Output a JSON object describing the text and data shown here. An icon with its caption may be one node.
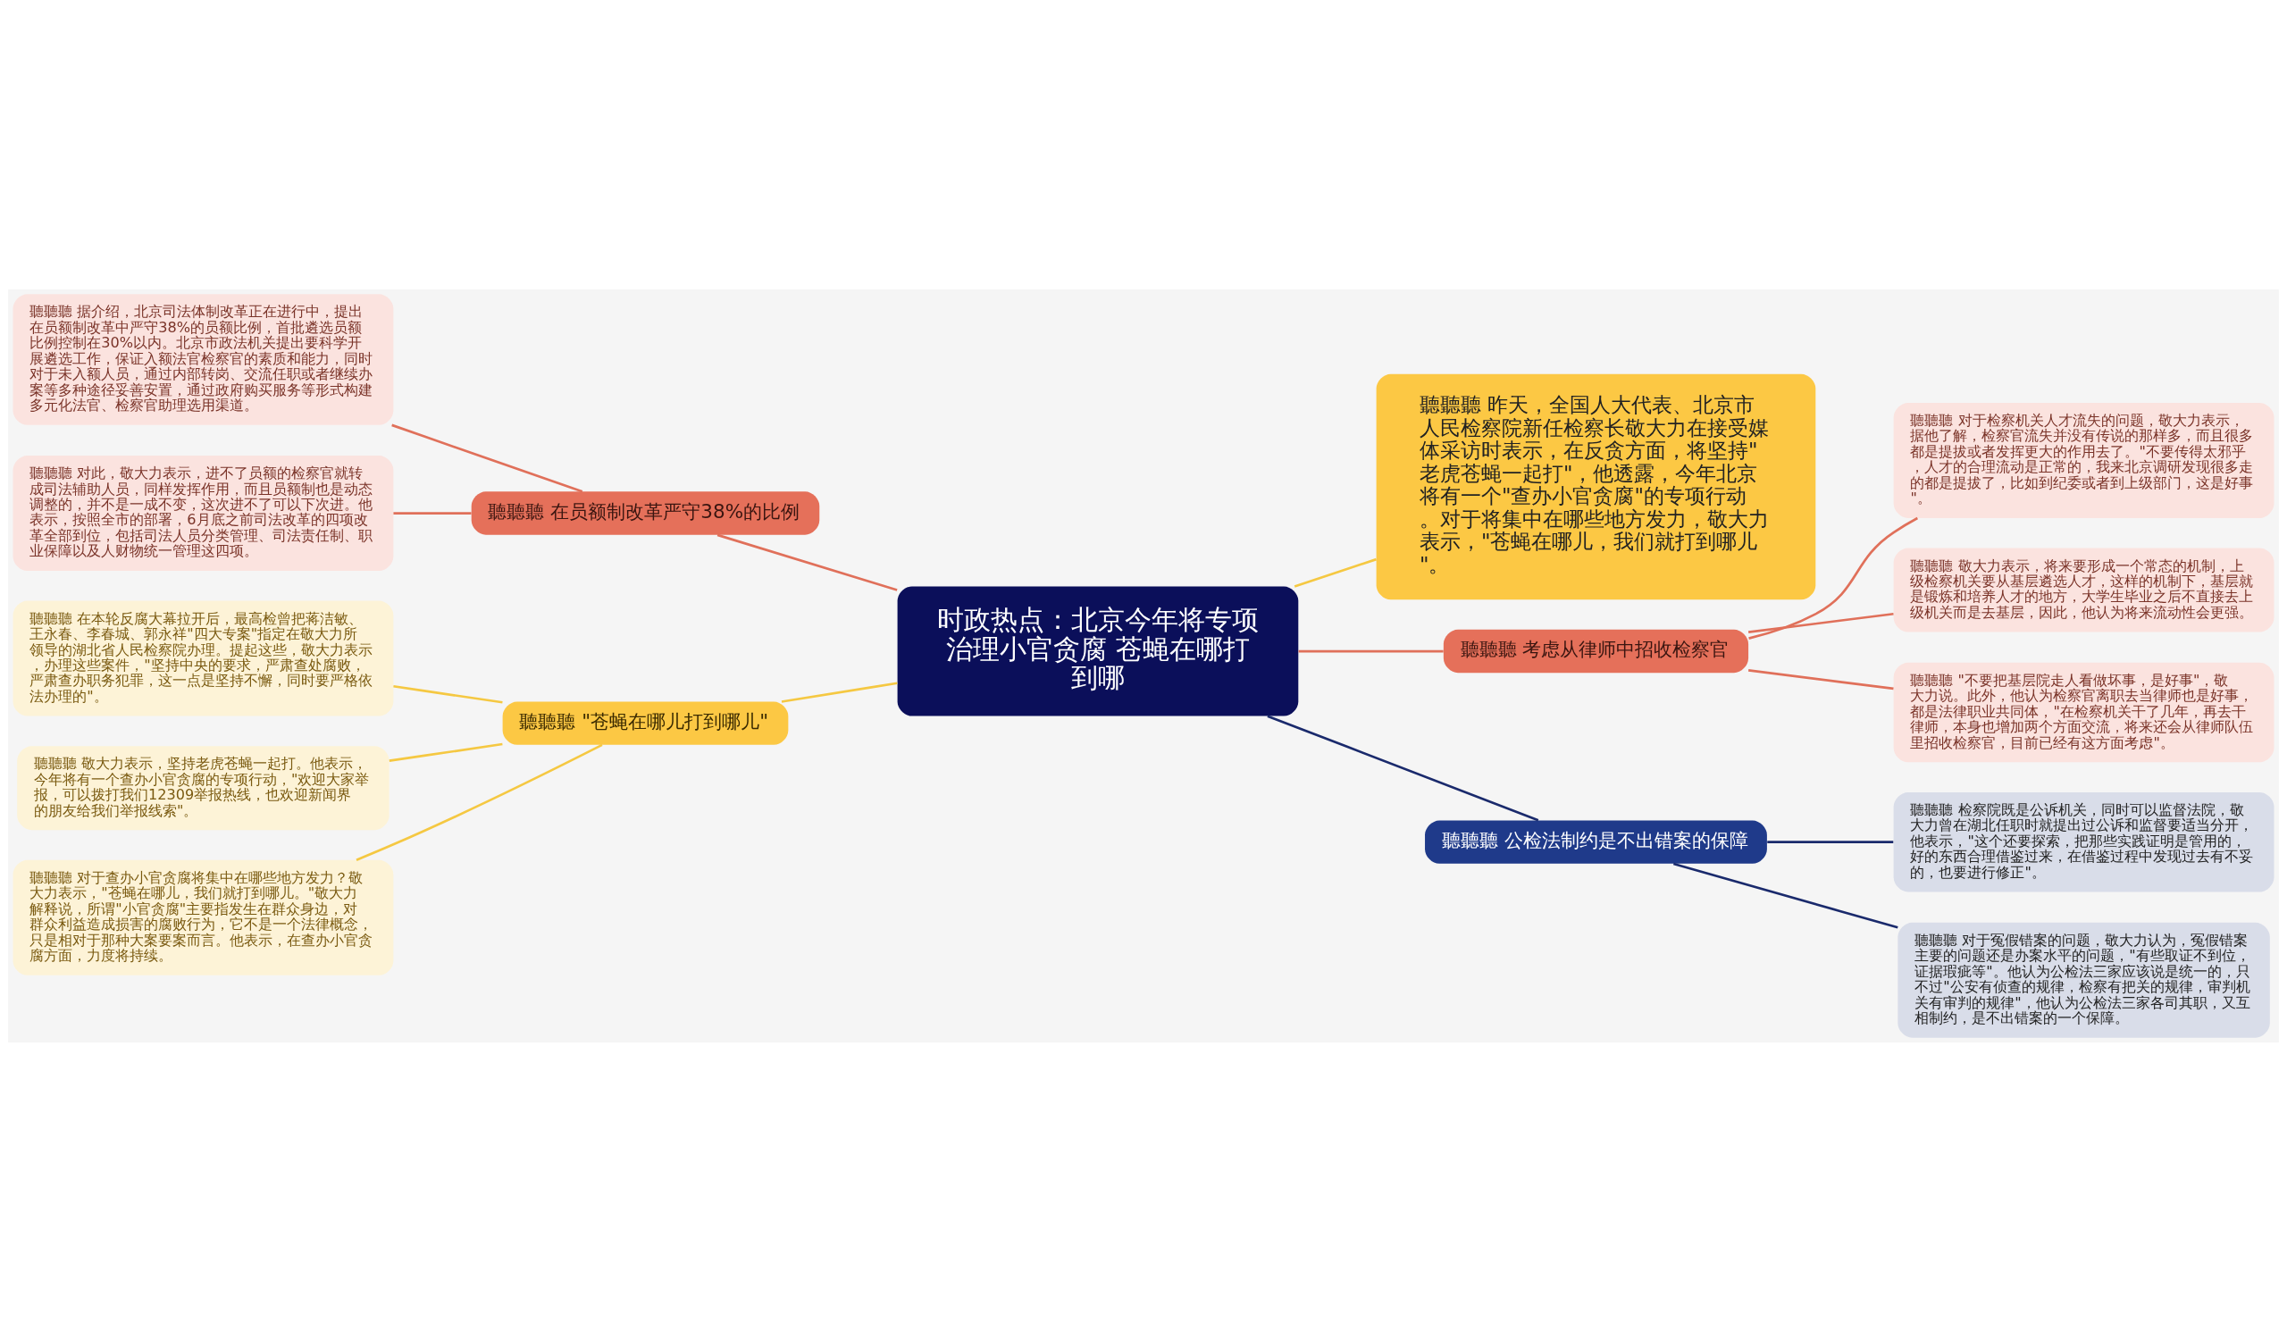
{
  "diagram": {
    "nodes": [
      {
        "text": [
          "时政热点：北京今年将专项治理小官贪腐 苍蝇在哪打到哪"
        ]
      },
      {
        "text": [
          "聽聽聽 昨天，全国人大代表、北京市人民检察院新任检察长敬大力在接受媒体采访时表示，在反贪方面，将坚持\"老虎苍蝇一起打\"，他透露，今年北京将有一个\"查办小官贪腐\"的专项行动。对于将集中在哪些地方发力，敬大力表示，\"苍蝇在哪儿，我们就打到哪儿\"。"
        ]
      },
      {
        "text": [
          "聽聽聽 考虑从律师中招收检察官"
        ]
      },
      {
        "text": [
          "聽聽聽 对于检察机关人才流失的问题，敬大力表示，据他了解，检察官流失并没有传说的那样多，而且很多都是提拔或者发挥更大的作用去了。\"不要传得太邪乎，人才的合理流动是正常的，我来北京调研发现很多走的都是提拔了，比如到纪委或者到上级部门，这是好事\"。"
        ]
      },
      {
        "text": [
          "聽聽聽 敬大力表示，将来要形成一个常态的机制，上级检察机关要从基层遴选人才，这样的机制下，基层就是锻炼和培养人才的地方，大学生毕业之后不直接去上级机关而是去基层，因此，他认为将来流动性会更强。"
        ]
      },
      {
        "text": [
          "聽聽聽 \"不要把基层院走人看做坏事，是好事\"，敬大力说。此外，他认为检察官离职去当律师也是好事，都是法律职业共同体，\"在检察机关干了几年，再去干律师，本身也增加两个方面交流，将来还会从律师队伍里招收检察官，目前已经有这方面考虑\"。"
        ]
      },
      {
        "text": [
          "聽聽聽 公检法制约是不出错案的保障"
        ]
      },
      {
        "text": [
          "聽聽聽 检察院既是公诉机关，同时可以监督法院，敬大力曾在湖北任职时就提出过公诉和监督要适当分开，他表示，\"这个还要探索，把那些实践证明是管用的，好的东西合理借鉴过来，在借鉴过程中发现过去有不妥的，也要进行修正\"。"
        ]
      },
      {
        "text": [
          "聽聽聽 对于冤假错案的问题，敬大力认为，冤假错案主要的问题还是办案水平的问题，\"有些取证不到位，证据瑕疵等\"。他认为公检法三家应该说是统一的，只不过\"公安有侦查的规律，检察有把关的规律，审判机关有审判的规律\"，他认为公检法三家各司其职，又互相制约，是不出错案的一个保障。"
        ]
      },
      {
        "text": [
          "聽聽聽 在员额制改革严守38%的比例"
        ]
      },
      {
        "text": [
          "聽聽聽 据介绍，北京司法体制改革正在进行中，提出在员额制改革中严守38%的员额比例，首批遴选员额比例控制在30%以内。北京市政法机关提出要科学开展遴选工作，保证入额法官检察官的素质和能力，同时对于未入额人员，通过内部转岗、交流任职或者继续办案等多种途径妥善安置，通过政府购买服务等形式构建多元化法官、检察官助理选用渠道。"
        ]
      },
      {
        "text": [
          "聽聽聽 对此，敬大力表示，进不了员额的检察官就转成司法辅助人员，同样发挥作用，而且员额制也是动态调整的，并不是一成不变，这次进不了可以下次进。他表示，按照全市的部署，6月底之前司法改革的四项改革全部到位，包括司法人员分类管理、司法责任制、职业保障以及人财物统一管理这四项。"
        ]
      },
      {
        "text": [
          "聽聽聽 \"苍蝇在哪儿打到哪儿\""
        ]
      },
      {
        "text": [
          "聽聽聽 在本轮反腐大幕拉开后，最高检曾把蒋洁敏、王永春、李春城、郭永祥\"四大专案\"指定在敬大力所领导的湖北省人民检察院办理。提起这些，敬大力表示，办理这些案件，\"坚持中央的要求，严肃查处腐败，严肃查办职务犯罪，这一点是坚持不懈，同时要严格依法办理的\"。"
        ]
      },
      {
        "text": [
          "聽聽聽 敬大力表示，坚持老虎苍蝇一起打。他表示，今年将有一个查办小官贪腐的专项行动，\"欢迎大家举报，可以拨打我们12309举报热线，也欢迎新闻界的朋友给我们举报线索\"。"
        ]
      },
      {
        "text": [
          "聽聽聽 对于查办小官贪腐将集中在哪些地方发力？敬大力表示，\"苍蝇在哪儿，我们就打到哪儿。\"敬大力解释说，所谓\"小官贪腐\"主要指发生在群众身边，对群众利益造成损害的腐败行为，它不是一个法律概念，只是相对于那种大案要案而言。他表示，在查办小官贪腐方面，力度将持续。"
        ]
      }
    ],
    "edges": [
      {
        "from": 0,
        "to": 1,
        "arrow": "none",
        "color": "#f5c842"
      },
      {
        "from": 0,
        "to": 2,
        "arrow": "none",
        "color": "#e0705a"
      },
      {
        "from": 2,
        "to": 3,
        "arrow": "none",
        "color": "#e0705a"
      },
      {
        "from": 2,
        "to": 4,
        "arrow": "none",
        "color": "#e0705a"
      },
      {
        "from": 2,
        "to": 5,
        "arrow": "none",
        "color": "#e0705a"
      },
      {
        "from": 0,
        "to": 6,
        "arrow": "none",
        "color": "#1a2a6c"
      },
      {
        "from": 6,
        "to": 7,
        "arrow": "none",
        "color": "#1a2a6c"
      },
      {
        "from": 6,
        "to": 8,
        "arrow": "none",
        "color": "#1a2a6c"
      },
      {
        "from": 0,
        "to": 9,
        "arrow": "none",
        "color": "#e0705a"
      },
      {
        "from": 9,
        "to": 10,
        "arrow": "none",
        "color": "#e0705a"
      },
      {
        "from": 9,
        "to": 11,
        "arrow": "none",
        "color": "#e0705a"
      },
      {
        "from": 0,
        "to": 12,
        "arrow": "none",
        "color": "#f5c842"
      },
      {
        "from": 12,
        "to": 13,
        "arrow": "none",
        "color": "#f5c842"
      },
      {
        "from": 12,
        "to": 14,
        "arrow": "none",
        "color": "#f5c842"
      },
      {
        "from": 12,
        "to": 15,
        "arrow": "none",
        "color": "#f5c842"
      }
    ]
  }
}
